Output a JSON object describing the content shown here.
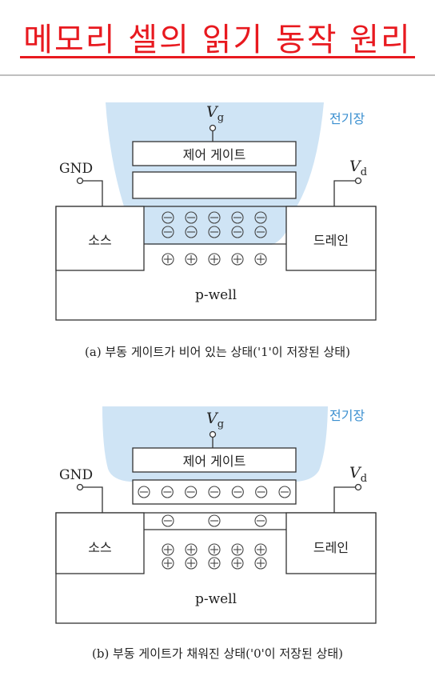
{
  "title": "메모리 셀의 읽기 동작 원리",
  "common": {
    "field_label": "전기장",
    "vg_symbol": "V",
    "vg_sub": "g",
    "vd_symbol": "V",
    "vd_sub": "d",
    "gnd_label": "GND",
    "control_gate_label": "제어 게이트",
    "source_label": "소스",
    "drain_label": "드레인",
    "well_label": "p-well"
  },
  "diagram_a": {
    "caption": "(a) 부동 게이트가 비어 있는 상태('1'이 저장된 상태)",
    "floating_gate_electrons": 0,
    "channel_electrons": 10,
    "channel_holes": 5
  },
  "diagram_b": {
    "caption": "(b) 부동 게이트가 채워진 상태('0'이 저장된 상태)",
    "floating_gate_electrons": 7,
    "channel_electrons": 3,
    "channel_holes": 10
  },
  "colors": {
    "title": "#e8191f",
    "field": "#cfe4f5",
    "field_label": "#3a8fd0"
  }
}
